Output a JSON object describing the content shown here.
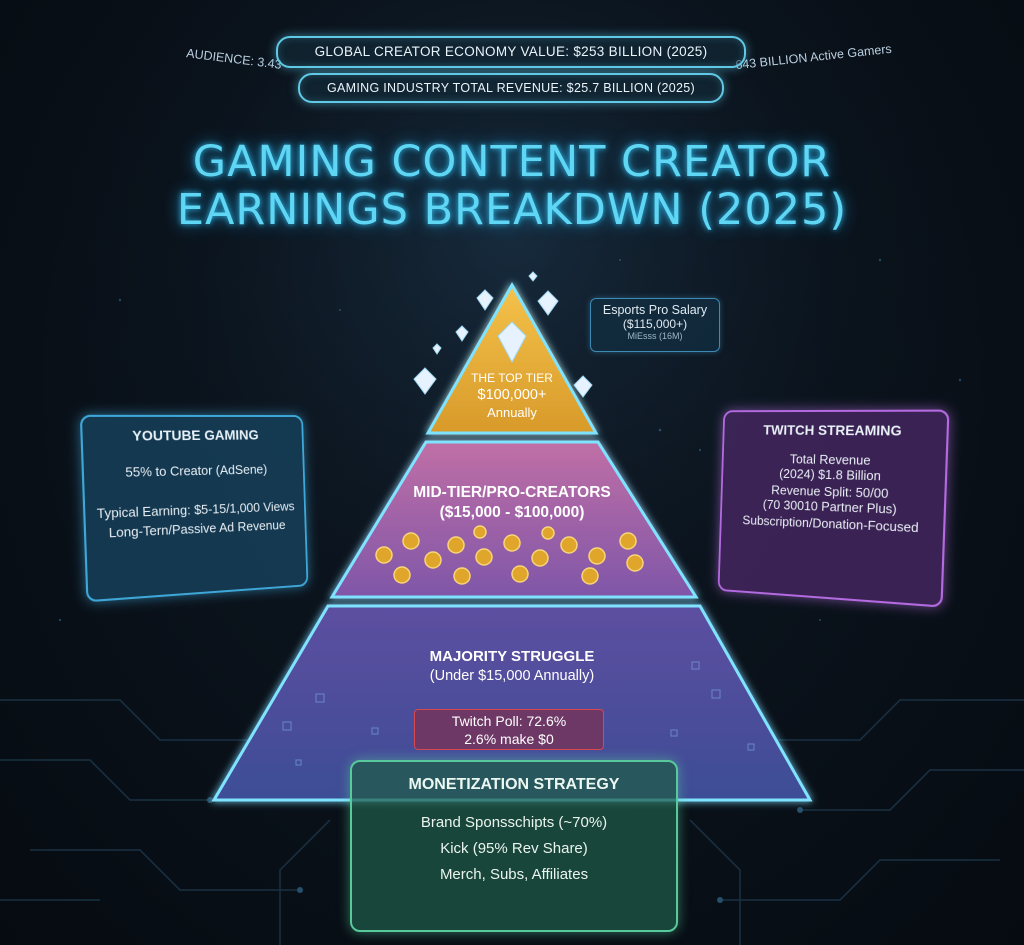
{
  "header": {
    "audience": "AUDIENCE: 3.43",
    "active_gamers": "643 BILLION Active Gamers",
    "creator_economy": "GLOBAL CREATOR ECONOMY VALUE: $253 BILLION (2025)",
    "gaming_revenue": "GAMING INDUSTRY TOTAL REVENUE: $25.7 BILLION (2025)"
  },
  "title": {
    "line1": "GAMING CONTENT CREATOR",
    "line2": "EARNINGS BREAKDWN (2025)"
  },
  "pyramid": {
    "top": {
      "name": "THE TOP TIER",
      "amount": "$100,000+",
      "period": "Annually"
    },
    "mid": {
      "name": "MID-TIER/PRO-CREATORS",
      "range": "($15,000 - $100,000)"
    },
    "bottom": {
      "name": "MAJORITY STRUGGLE",
      "range": "(Under $15,000 Annually)"
    }
  },
  "esports": {
    "line1": "Esports Pro Salary",
    "line2": "($115,000+)",
    "line3": "MiEsss (16M)"
  },
  "poll": {
    "line1": "Twitch Poll: 72.6%",
    "line2": "2.6% make $0"
  },
  "youtube": {
    "title": "YOUTUBE GAMING",
    "split": "55% to Creator (AdSene)",
    "earning": "Typical Earning: $5-15/1,000 Views",
    "type": "Long-Tern/Passive Ad Revenue"
  },
  "twitch": {
    "title": "TWITCH STREAMING",
    "rev1": "Total Revenue",
    "rev2": "(2024) $1.8 Billion",
    "split": "Revenue Split: 50/00",
    "partner": "(70 30010 Partner Plus)",
    "type": "Subscription/Donation-Focused"
  },
  "monetization": {
    "title": "MONETIZATION STRATEGY",
    "item1": "Brand Sponsschipts (~70%)",
    "item2": "Kick (95% Rev Share)",
    "item3": "Merch, Subs, Affiliates"
  },
  "colors": {
    "cyan": "#5fd6f4",
    "gold": "#f2b93b",
    "purple": "#b46ae0",
    "blue": "#3ea7d8",
    "green": "#57c99a",
    "red": "#d9474f"
  },
  "icons": [
    "diamond-icon",
    "coin-icon"
  ]
}
